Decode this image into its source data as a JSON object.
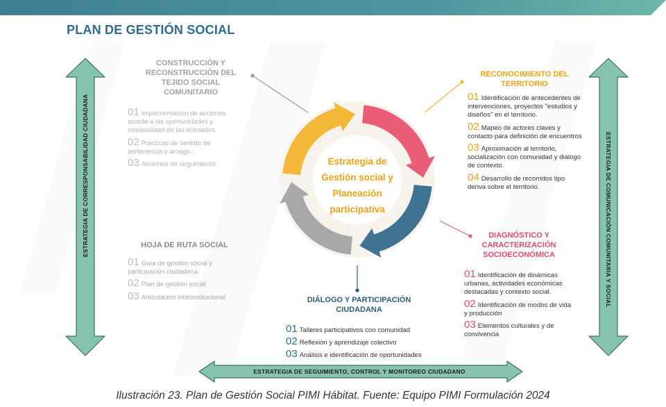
{
  "title": "PLAN DE GESTIÓN SOCIAL",
  "center": [
    "Estrategia de",
    "Gestión social y",
    "Planeación",
    "participativa"
  ],
  "colors": {
    "header_band": "#3f7f95",
    "header_fade": "#6fb7a8",
    "orange": "#f3b83a",
    "pink": "#e95d76",
    "teal": "#3f7391",
    "gray": "#a8a8a8",
    "side_arrow": "#7fc0a8",
    "title_blue": "#2f6b8e"
  },
  "sections": {
    "reconocimiento": {
      "title": [
        "RECONOCIMIENTO DEL",
        "TERRITORIO"
      ],
      "items": [
        {
          "num": "01",
          "text": "Identificación de antecedentes de intervenciones, proyectos \"estudios y diseños\" en el territorio."
        },
        {
          "num": "02",
          "text": "Mapeo de actores claves y contacto para definición de encuentros"
        },
        {
          "num": "03",
          "text": "Aproximación al territorio, socialización con comunidad y diálogo de contexto."
        },
        {
          "num": "04",
          "text": "Desarrollo de recorridos tipo deriva sobre el territorio."
        }
      ]
    },
    "diagnostico": {
      "title": [
        "DIAGNÓSTICO Y",
        "CARACTERIZACIÓN",
        "SOCIOECONÓMICA"
      ],
      "items": [
        {
          "num": "01",
          "text": "Identificación de dinámicas urbanas, actividades económicas destacadas y contexto social."
        },
        {
          "num": "02",
          "text": "Identificación de modos de vida y producción"
        },
        {
          "num": "03",
          "text": "Elementos culturales y de convivencia"
        }
      ]
    },
    "dialogo": {
      "title": [
        "DIÁLOGO Y PARTICIPACIÓN",
        "CIUDADANA"
      ],
      "items": [
        {
          "num": "01",
          "text": "Talleres participativos con comunidad"
        },
        {
          "num": "02",
          "text": "Reflexión y aprendizaje colectivo"
        },
        {
          "num": "03",
          "text": "Análisis e identificación de oportunidades"
        }
      ]
    },
    "hoja_ruta": {
      "title": [
        "HOJA DE RUTA SOCIAL"
      ],
      "items": [
        {
          "num": "01",
          "text": "Guía de gestión social y participación ciudadana"
        },
        {
          "num": "02",
          "text": "Plan de gestión social"
        },
        {
          "num": "03",
          "text": "Articulación interinstitucional"
        }
      ]
    },
    "construccion": {
      "title": [
        "CONSTRUCCIÓN Y",
        "RECONSTRUCCIÓN DEL",
        "TEJIDO SOCIAL",
        "COMUNITARIO"
      ],
      "items": [
        {
          "num": "01",
          "text": "Implementación de acciones acorde a las oportunidades y misionalidad de las entidades."
        },
        {
          "num": "02",
          "text": "Prácticas de sentido de pertenencia y arraigo."
        },
        {
          "num": "03",
          "text": "Acciones de seguimiento."
        }
      ]
    }
  },
  "strategies": {
    "left": "ESTRATEGIA DE CORRESPONSABILIDAD CIUDADANA",
    "right": "ESTRATEGIA DE COMUNICACIÓN COMUNITARIA Y SOCIAL",
    "bottom": "ESTRATEGIA DE SEGUIMIENTO, CONTROL Y MONITOREO CIUDADANO"
  },
  "caption": "Ilustración 23. Plan de Gestión Social PIMI Hábitat. Fuente: Equipo PIMI Formulación 2024"
}
